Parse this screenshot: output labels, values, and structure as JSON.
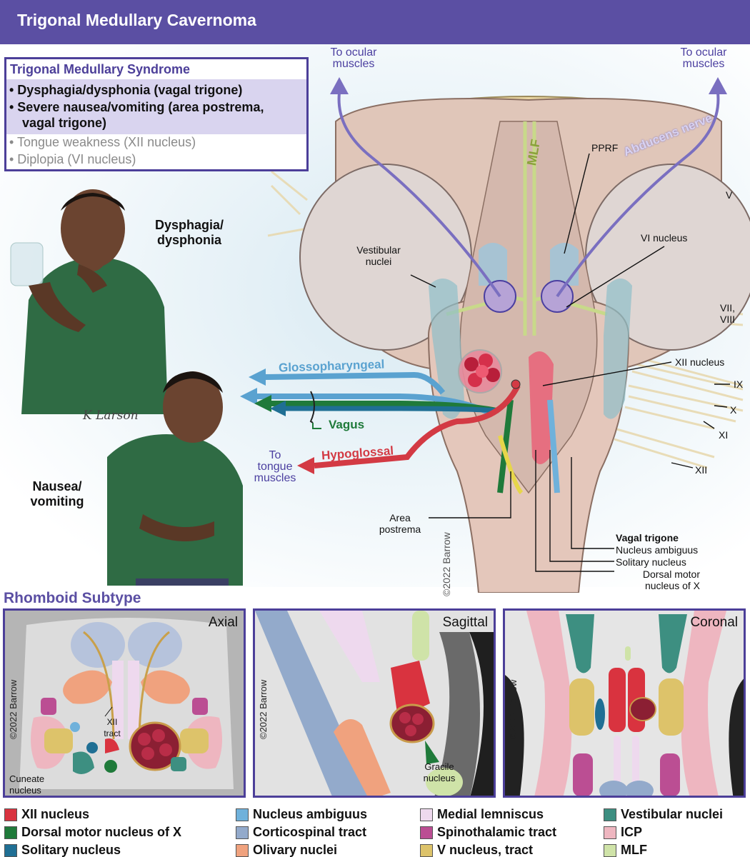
{
  "title": "Trigonal Medullary Cavernoma",
  "syndrome": {
    "heading": "Trigonal Medullary Syndrome",
    "items": [
      {
        "text": "• Dysphagia/dysphonia (vagal trigone)",
        "emph": true
      },
      {
        "text": "• Severe nausea/vomiting (area postrema,",
        "emph": true
      },
      {
        "text": "vagal trigone)",
        "emph": true
      },
      {
        "text": "• Tongue weakness (XII nucleus)",
        "emph": false
      },
      {
        "text": "• Diplopia (VI nucleus)",
        "emph": false
      }
    ]
  },
  "patients": {
    "dysphagia": "Dysphagia/\ndysphonia",
    "nausea": "Nausea/\nvomiting",
    "signature": "K Larson"
  },
  "labels": {
    "to_ocular_left": "To ocular\nmuscles",
    "to_ocular_right": "To ocular\nmuscles",
    "abducens": "Abducens nerve",
    "mlf": "MLF",
    "pprf": "PPRF",
    "v": "V",
    "vi_nucleus": "VI nucleus",
    "vestibular": "Vestibular\nnuclei",
    "vii_viii": "VII,\nVIII",
    "xii_nucleus": "XII nucleus",
    "ix": "IX",
    "x": "X",
    "xi": "XI",
    "xii": "XII",
    "glosso": "Glossopharyngeal",
    "vagus": "Vagus",
    "hypoglossal": "Hypoglossal",
    "to_tongue": "To\ntongue\nmuscles",
    "area_postrema": "Area\npostrema",
    "vagal_trigone": "Vagal trigone",
    "nucleus_ambiguus": "Nucleus ambiguus",
    "solitary_nucleus": "Solitary nucleus",
    "dorsal_motor": "Dorsal motor\nnucleus of X",
    "copyright_main": "©2022 Barrow"
  },
  "subtype": {
    "heading": "Rhomboid Subtype",
    "panels": [
      {
        "title": "Axial",
        "copyright": "©2022 Barrow",
        "tract_label": "XII\ntract",
        "extra_label": "Cuneate\nnucleus"
      },
      {
        "title": "Sagittal",
        "copyright": "©2022 Barrow",
        "extra_label": "Gracile\nnucleus"
      },
      {
        "title": "Coronal",
        "copyright": "©2022 Barrow"
      }
    ]
  },
  "legend": [
    {
      "label": "XII nucleus",
      "color": "#d9333f"
    },
    {
      "label": "Dorsal motor nucleus of X",
      "color": "#1f7a3a"
    },
    {
      "label": "Solitary nucleus",
      "color": "#1f6f94"
    },
    {
      "label": "Nucleus ambiguus",
      "color": "#6fb1db"
    },
    {
      "label": "Corticospinal tract",
      "color": "#93aacb"
    },
    {
      "label": "Olivary nuclei",
      "color": "#f0a27e"
    },
    {
      "label": "Medial lemniscus",
      "color": "#eed9ee"
    },
    {
      "label": "Spinothalamic tract",
      "color": "#bb4e93"
    },
    {
      "label": "V nucleus, tract",
      "color": "#ddc36a"
    },
    {
      "label": "Vestibular nuclei",
      "color": "#3d8f81"
    },
    {
      "label": "ICP",
      "color": "#eeb6c0"
    },
    {
      "label": "MLF",
      "color": "#cfe3a8"
    }
  ],
  "colors": {
    "accent": "#5b4fa3",
    "glosso": "#5aa2d0",
    "vagus": "#1f7a3a",
    "hypoglossal": "#d33a44",
    "abducens": "#7a6fc0"
  }
}
